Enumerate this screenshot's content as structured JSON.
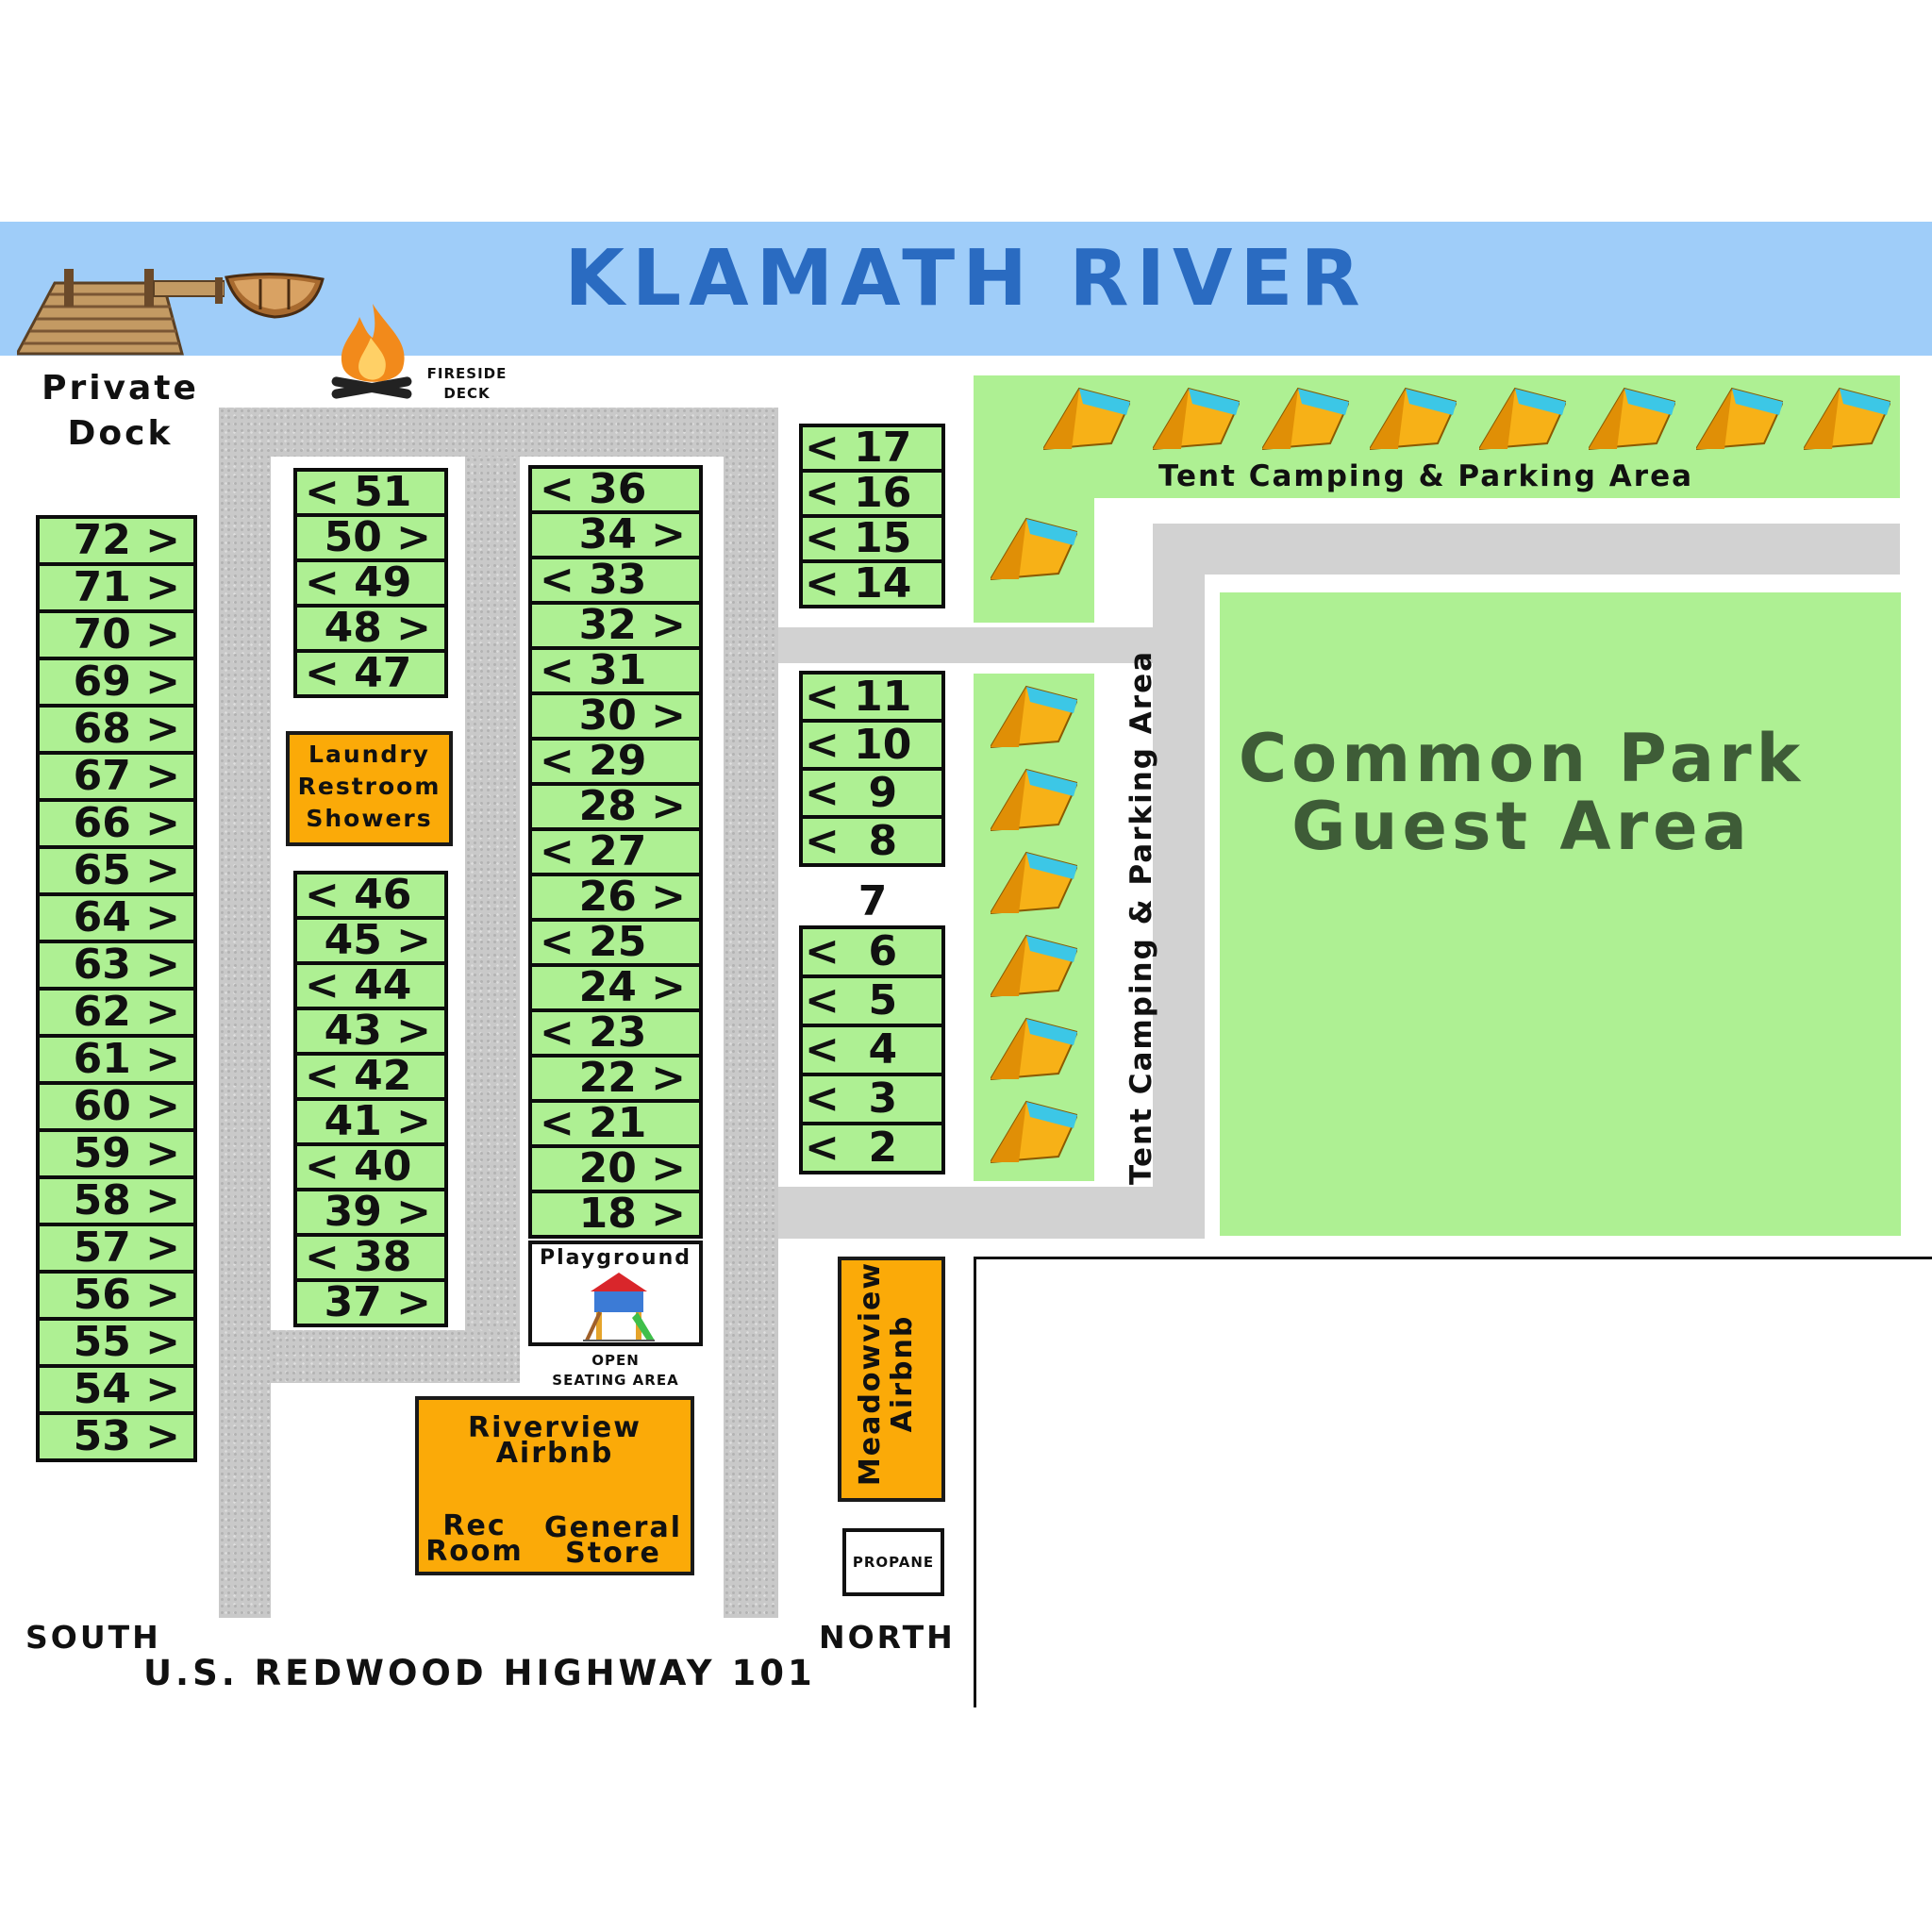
{
  "title": "KLAMATH RIVER",
  "labels": {
    "private_dock": "Private\nDock",
    "fireside_deck": "FIRESIDE\nDECK",
    "tent_area_top": "Tent Camping & Parking Area",
    "tent_area_side": "Tent Camping & Parking Area",
    "common_park": "Common Park\nGuest Area",
    "laundry": "Laundry\nRestroom\nShowers",
    "playground": "Playground",
    "open_seating": "OPEN\nSEATING AREA",
    "riverview": "Riverview\nAirbnb",
    "rec_room": "Rec\nRoom",
    "general_store": "General\nStore",
    "meadowview": "Meadowview\nAirbnb",
    "propane": "PROPANE",
    "south": "SOUTH",
    "north": "NORTH",
    "highway": "U.S. REDWOOD HIGHWAY 101",
    "site_7": "7"
  },
  "sites": {
    "column_1": [
      "72 >",
      "71 >",
      "70 >",
      "69 >",
      "68 >",
      "67 >",
      "66 >",
      "65 >",
      "64 >",
      "63 >",
      "62 >",
      "61 >",
      "60 >",
      "59 >",
      "58 >",
      "57 >",
      "56 >",
      "55 >",
      "54 >",
      "53 >"
    ],
    "column_2_top": [
      "< 51",
      "50 >",
      "< 49",
      "48 >",
      "< 47"
    ],
    "column_2_bottom": [
      "< 46",
      "45 >",
      "< 44",
      "43 >",
      "< 42",
      "41 >",
      "< 40",
      "39 >",
      "< 38",
      "37 >"
    ],
    "column_3": [
      "< 36",
      "34 >",
      "< 33",
      "32 >",
      "< 31",
      "30 >",
      "< 29",
      "28 >",
      "< 27",
      "26 >",
      "< 25",
      "24 >",
      "< 23",
      "22 >",
      "< 21",
      "20 >",
      "18 >"
    ],
    "column_4_top": [
      "< 17",
      "< 16",
      "< 15",
      "< 14"
    ],
    "column_4_middle": [
      "< 11",
      "< 10",
      "<  9",
      "<  8"
    ],
    "column_4_bottom": [
      "<  6",
      "<  5",
      "<  4",
      "<  3",
      "<  2"
    ]
  },
  "colors": {
    "river": "#9fcdf9",
    "river_title": "#2a6bc1",
    "grass": "#aef093",
    "building": "#fbaa08",
    "park_text": "#3e5c37",
    "road": "#c9c9c9"
  },
  "icons": [
    "dock-icon",
    "rowboat-icon",
    "campfire-icon",
    "tent-icon",
    "playground-icon"
  ]
}
